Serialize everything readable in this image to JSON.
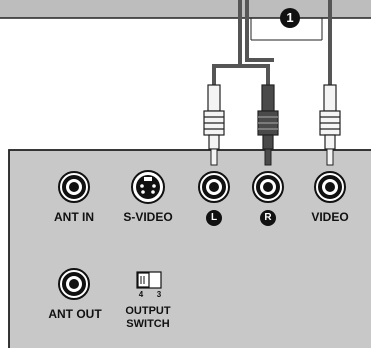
{
  "callout": {
    "number": "1"
  },
  "jacks": {
    "ant_in": "ANT IN",
    "s_video": "S-VIDEO",
    "audio_left_badge": "L",
    "audio_right_badge": "R",
    "video": "VIDEO",
    "ant_out": "ANT OUT"
  },
  "output_switch": {
    "label_line1": "OUTPUT",
    "label_line2": "SWITCH",
    "position_left": "4",
    "position_right": "3"
  },
  "colors": {
    "background": "#ffffff",
    "top_device": "#bdbdbd",
    "panel": "#c8c8c8",
    "outline": "#222222",
    "cable": "#555555",
    "plug_white": "#f4f4f4",
    "plug_dark": "#4a4a4a"
  }
}
